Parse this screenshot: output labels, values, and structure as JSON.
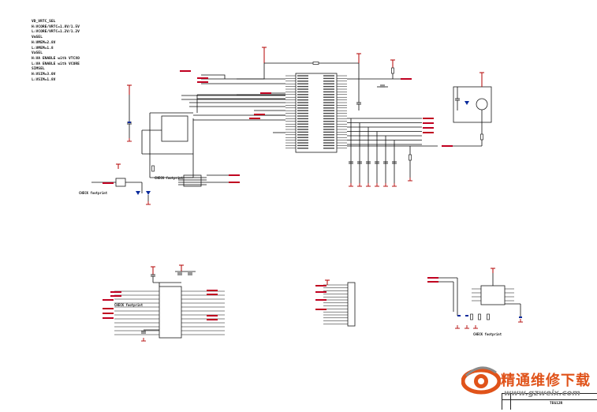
{
  "notes": {
    "lines": [
      "VD_VRTC_SEL",
      "H:VCORE/VRTC=1.8V/1.5V",
      "L:VCORE/VRTC=1.2V/1.2V",
      "VmSEL",
      "H:VMEM=2.8V",
      "L:VMEM=1.8",
      "VaSEL",
      "H:VA ENABLE with VTCXO",
      "L:VA ENABLE with VCORE",
      "SIMSEL",
      "H:VSIM=3.0V",
      "L:VSIM=1.8V"
    ]
  },
  "labels": {
    "check_footprint_1": "CHECK footprint",
    "check_footprint_2": "CHECK footprint",
    "check_footprint_3": "CHECK footprint",
    "check_footprint_4": "CHECK footprint"
  },
  "title_block": {
    "doc_title": "TEG12R"
  },
  "watermark": {
    "title": "精通维修下载",
    "url": "www.gzweix.com"
  },
  "colors": {
    "wire": "#0d0d0d",
    "power": "#b30000",
    "net_label": "#cc0000",
    "signal_text": "#c00020",
    "part": "#1a1a1a",
    "blue": "#0a2a9c",
    "watermark_orange": "#e0531a",
    "watermark_gray": "#8a8a8a"
  }
}
